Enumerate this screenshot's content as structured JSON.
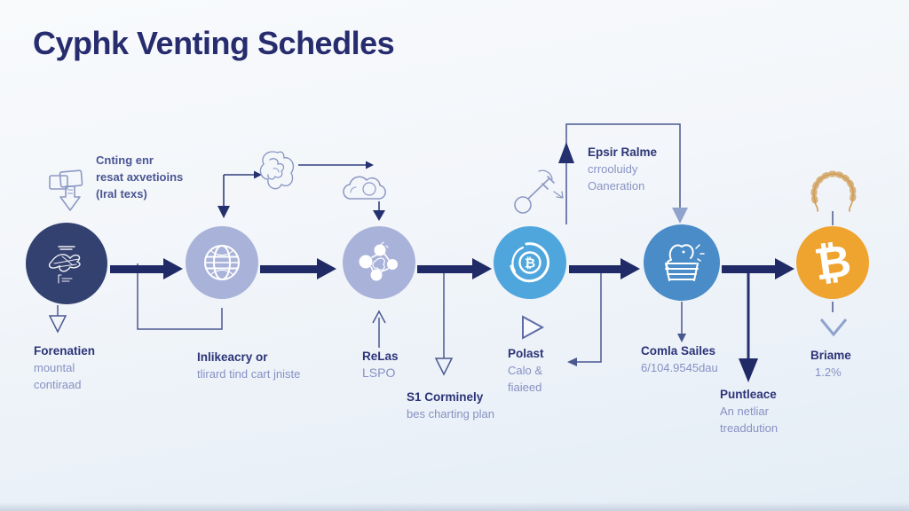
{
  "title": "Cyphk Venting Schedles",
  "colors": {
    "background_top": "#f8fafc",
    "background_bottom": "#e4edf6",
    "title_navy": "#272c6f",
    "arrow_navy": "#1f2a66",
    "node_formation": "#334170",
    "node_intermediary": "#a9b3da",
    "node_release": "#a9b3da",
    "node_payout": "#4fa6dd",
    "node_sales": "#4a8cc8",
    "node_bitcoin": "#efa42f",
    "caption_bold": "#2c3478",
    "caption_light": "#8691c3",
    "wreath_gold": "#cf9c55"
  },
  "icons": {
    "node1": "scribble-network-icon",
    "node2": "globe-wireframe-icon",
    "node3": "molecule-cluster-icon",
    "node4": "coin-swirl-icon",
    "node5": "dog-in-basket-icon",
    "node6": "bitcoin-icon",
    "bitcoin_symbol": "₿",
    "top_doodle1": "stamp-download-icon",
    "top_doodle2": "brain-sketch-icon",
    "top_doodle3": "cloud-sketch-icon",
    "top_doodle4": "key-magnifier-icon",
    "top_doodle5": "laurel-wreath-icon",
    "play_triangle": "play-outline-icon",
    "chevron_down": "chevron-down-icon"
  },
  "annotations": {
    "top1": {
      "lines": [
        "Cnting enr",
        "resat axvetioins",
        "(Iral texs)"
      ]
    },
    "top2": {
      "bold": "Epsir Ralme",
      "lines": [
        "crrooluidy",
        "Oaneration"
      ]
    }
  },
  "captions": {
    "c1": {
      "bold": "Forenatien",
      "lines": [
        "mountal",
        "contiraad"
      ]
    },
    "c2": {
      "bold": "Inlikeacry or",
      "lines": [
        "tlirard tind cart jniste"
      ]
    },
    "c3": {
      "bold": "ReLas",
      "lines": [
        "LSPO"
      ]
    },
    "c4": {
      "bold": "S1 Corminely",
      "lines": [
        "bes charting plan"
      ]
    },
    "c5": {
      "bold": "Polast",
      "lines": [
        "Calo &",
        "fiaieed"
      ]
    },
    "c6": {
      "bold": "Comla Sailes",
      "lines": [
        "6/104.9545dau"
      ]
    },
    "c7": {
      "bold": "Puntleace",
      "lines": [
        "An netliar",
        "treaddution"
      ]
    },
    "c8": {
      "bold": "Briame",
      "lines": [
        "1.2%"
      ]
    }
  }
}
